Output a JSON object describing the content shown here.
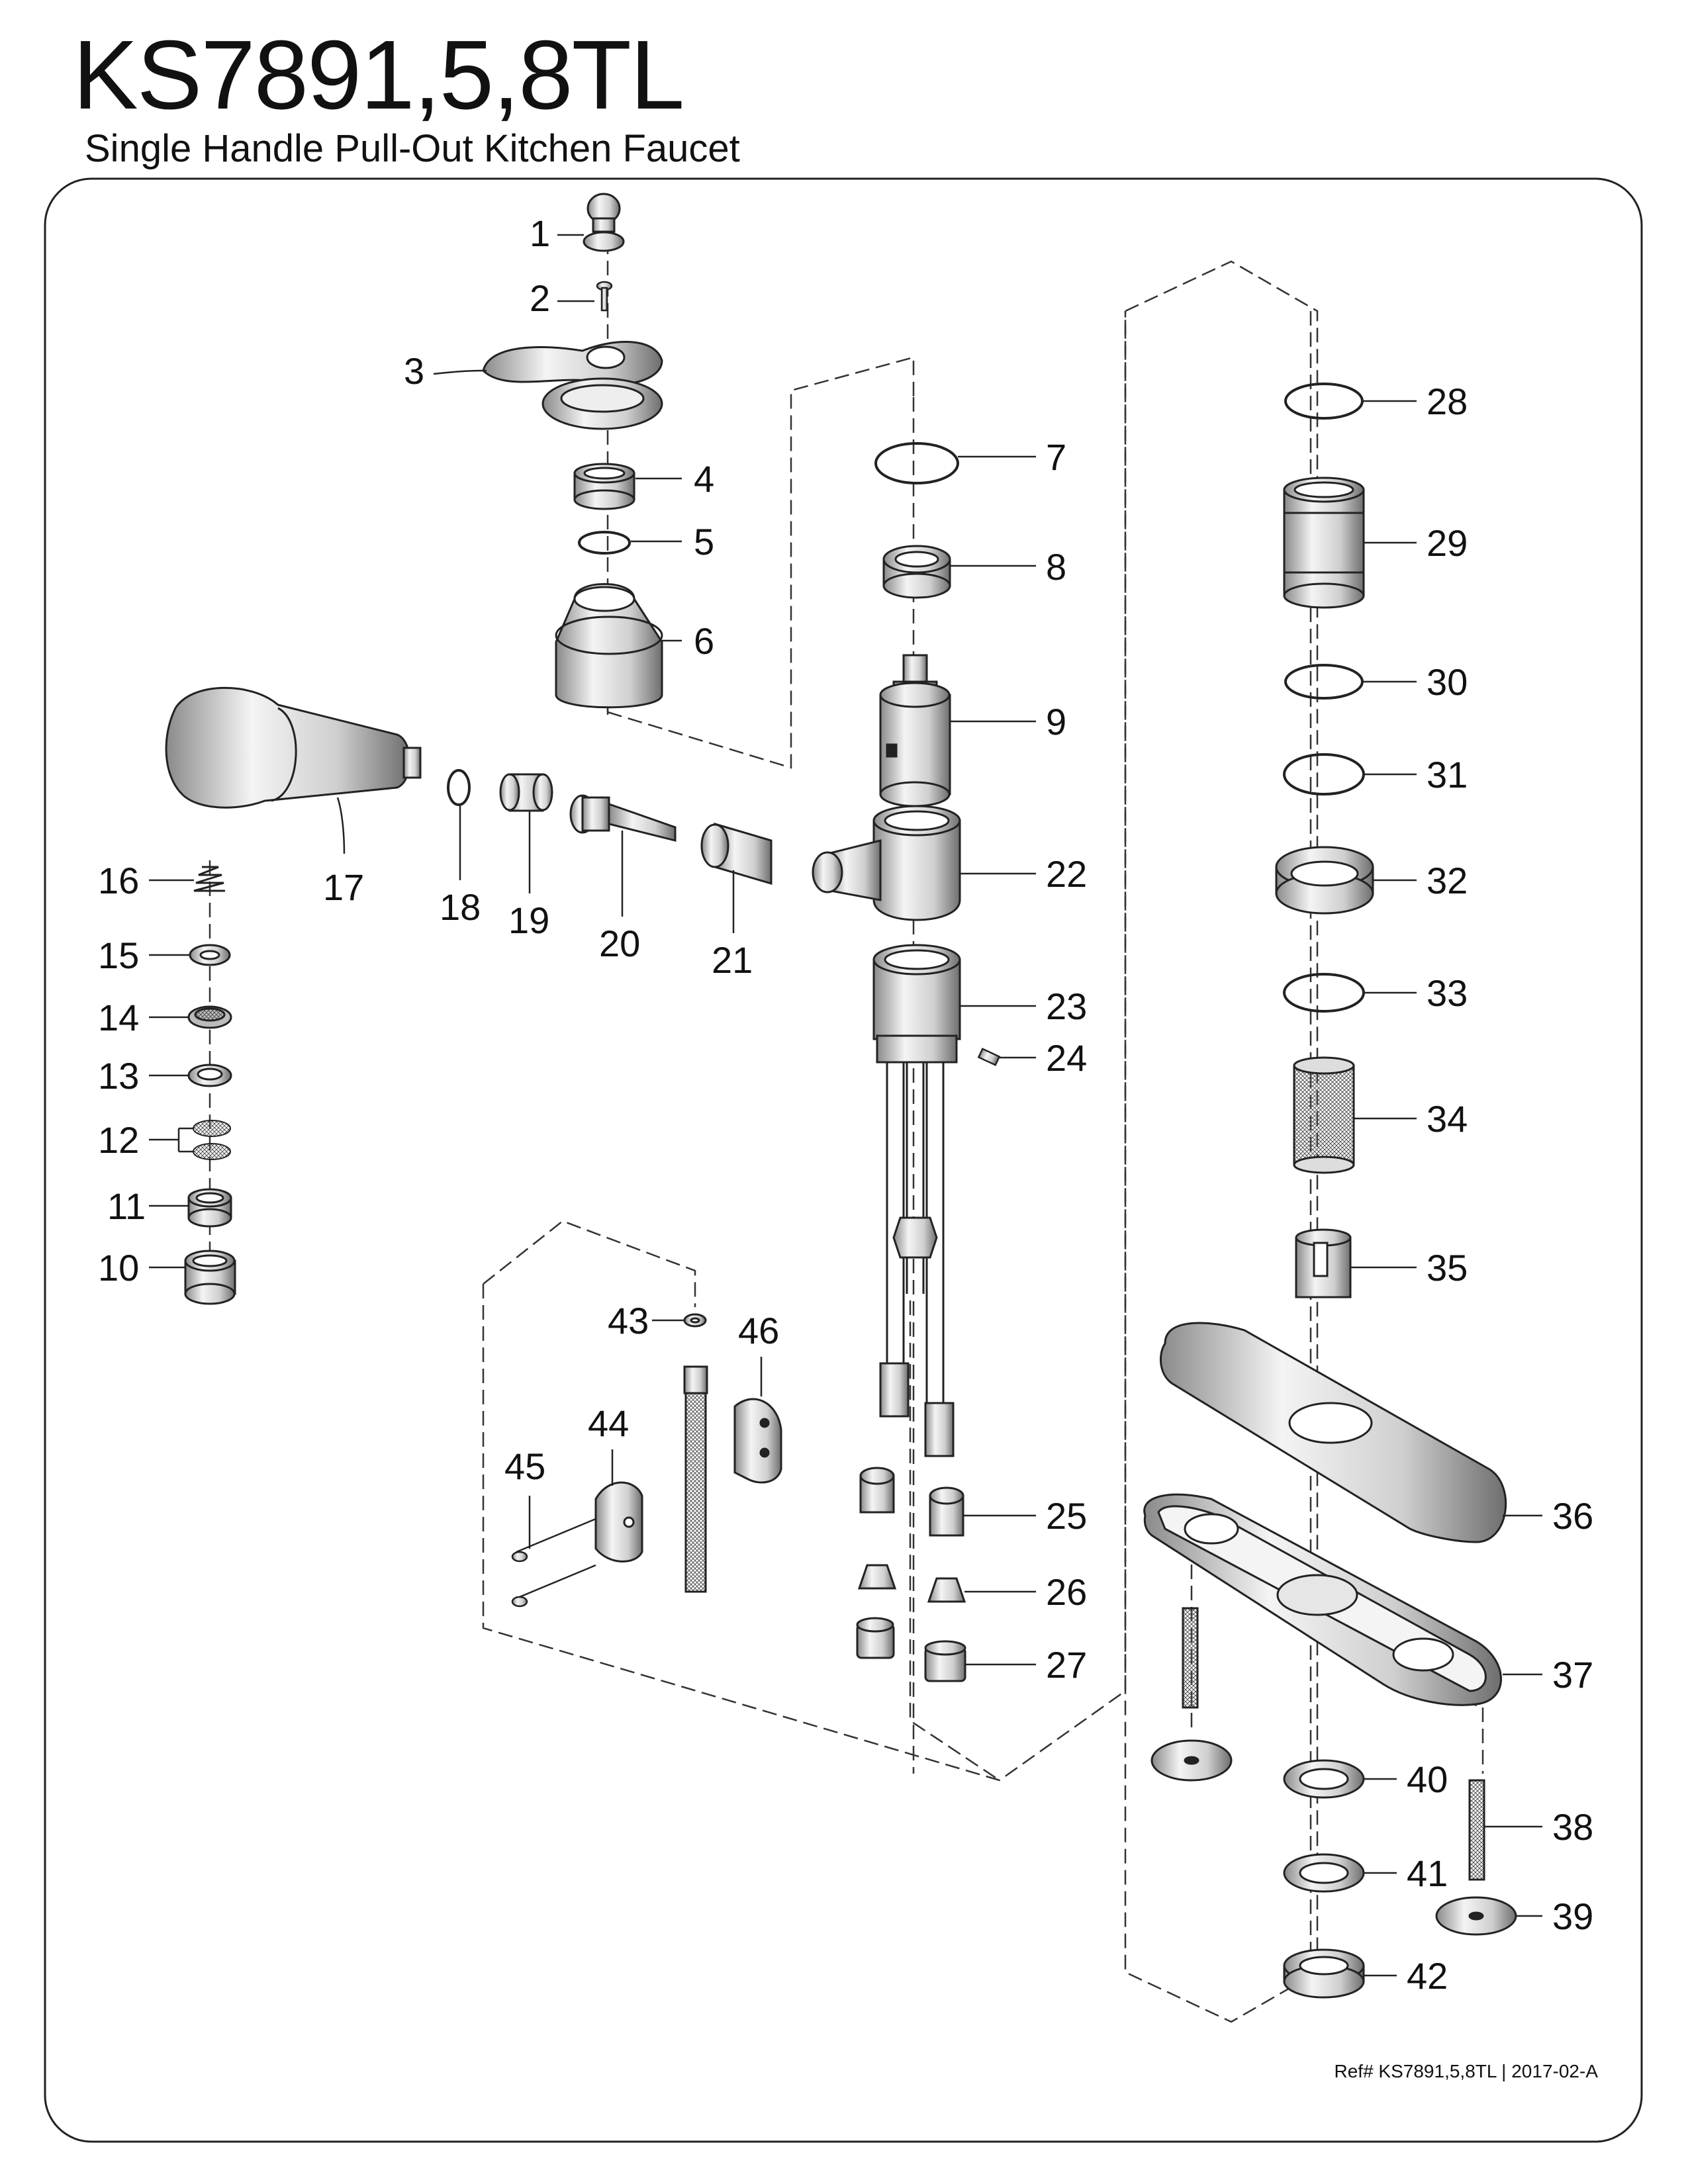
{
  "header": {
    "model": "KS7891,5,8TL",
    "product": "Single Handle Pull-Out Kitchen Faucet"
  },
  "footer": {
    "reference": "Ref# KS7891,5,8TL | 2017-02-A"
  },
  "parts": [
    {
      "label": "1",
      "icon": "handle-cap-icon"
    },
    {
      "label": "2",
      "icon": "screw-icon"
    },
    {
      "label": "3",
      "icon": "lever-handle-icon"
    },
    {
      "label": "4",
      "icon": "ring-icon"
    },
    {
      "label": "5",
      "icon": "o-ring-icon"
    },
    {
      "label": "6",
      "icon": "cap-cover-icon"
    },
    {
      "label": "7",
      "icon": "o-ring-icon"
    },
    {
      "label": "8",
      "icon": "bonnet-nut-icon"
    },
    {
      "label": "9",
      "icon": "cartridge-icon"
    },
    {
      "label": "10",
      "icon": "aerator-housing-icon"
    },
    {
      "label": "11",
      "icon": "aerator-ring-icon"
    },
    {
      "label": "12",
      "icon": "screen-icon"
    },
    {
      "label": "13",
      "icon": "washer-icon"
    },
    {
      "label": "14",
      "icon": "flow-insert-icon"
    },
    {
      "label": "15",
      "icon": "washer-icon"
    },
    {
      "label": "16",
      "icon": "spring-icon"
    },
    {
      "label": "17",
      "icon": "spray-head-icon"
    },
    {
      "label": "18",
      "icon": "o-ring-icon"
    },
    {
      "label": "19",
      "icon": "check-valve-icon"
    },
    {
      "label": "20",
      "icon": "hose-connector-icon"
    },
    {
      "label": "21",
      "icon": "sleeve-icon"
    },
    {
      "label": "22",
      "icon": "spout-body-icon"
    },
    {
      "label": "23",
      "icon": "valve-body-icon"
    },
    {
      "label": "24",
      "icon": "set-screw-icon"
    },
    {
      "label": "25",
      "icon": "check-valve-icon"
    },
    {
      "label": "26",
      "icon": "compression-ring-icon"
    },
    {
      "label": "27",
      "icon": "nut-icon"
    },
    {
      "label": "28",
      "icon": "o-ring-icon"
    },
    {
      "label": "29",
      "icon": "sleeve-icon"
    },
    {
      "label": "30",
      "icon": "o-ring-icon"
    },
    {
      "label": "31",
      "icon": "o-ring-icon"
    },
    {
      "label": "32",
      "icon": "bushing-icon"
    },
    {
      "label": "33",
      "icon": "o-ring-icon"
    },
    {
      "label": "34",
      "icon": "threaded-shank-icon"
    },
    {
      "label": "35",
      "icon": "clip-icon"
    },
    {
      "label": "36",
      "icon": "deck-plate-icon"
    },
    {
      "label": "37",
      "icon": "gasket-icon"
    },
    {
      "label": "38",
      "icon": "threaded-rod-icon"
    },
    {
      "label": "39",
      "icon": "mounting-bracket-icon"
    },
    {
      "label": "40",
      "icon": "washer-icon"
    },
    {
      "label": "41",
      "icon": "washer-icon"
    },
    {
      "label": "42",
      "icon": "lock-nut-icon"
    },
    {
      "label": "43",
      "icon": "washer-icon"
    },
    {
      "label": "44",
      "icon": "hose-weight-icon"
    },
    {
      "label": "45",
      "icon": "screw-icon"
    },
    {
      "label": "46",
      "icon": "hose-weight-icon"
    }
  ]
}
